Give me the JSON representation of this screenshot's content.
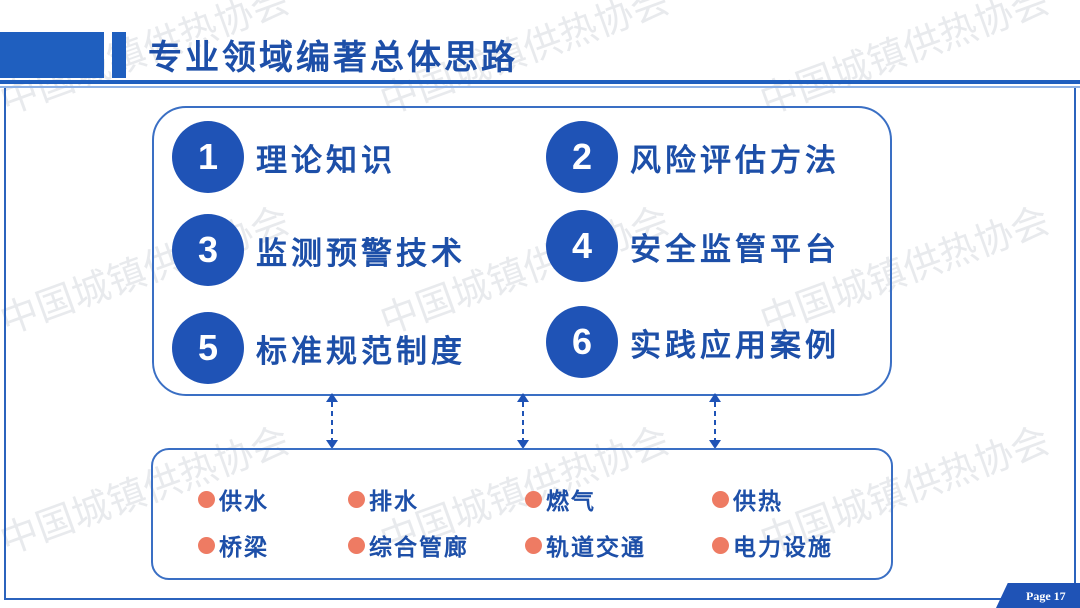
{
  "slide": {
    "title": "专业领域编著总体思路",
    "watermark": "中国城镇供热协会",
    "page_label": "Page 17"
  },
  "topics": [
    {
      "number": "1",
      "label": "理论知识"
    },
    {
      "number": "2",
      "label": "风险评估方法"
    },
    {
      "number": "3",
      "label": "监测预警技术"
    },
    {
      "number": "4",
      "label": "安全监管平台"
    },
    {
      "number": "5",
      "label": "标准规范制度"
    },
    {
      "number": "6",
      "label": "实践应用案例"
    }
  ],
  "domains": [
    "供水",
    "排水",
    "燃气",
    "供热",
    "桥梁",
    "综合管廊",
    "轨道交通",
    "电力设施"
  ],
  "colors": {
    "primary_blue": "#1f53b6",
    "text_blue": "#1d4fa8",
    "bullet_coral": "#ee7b63"
  }
}
